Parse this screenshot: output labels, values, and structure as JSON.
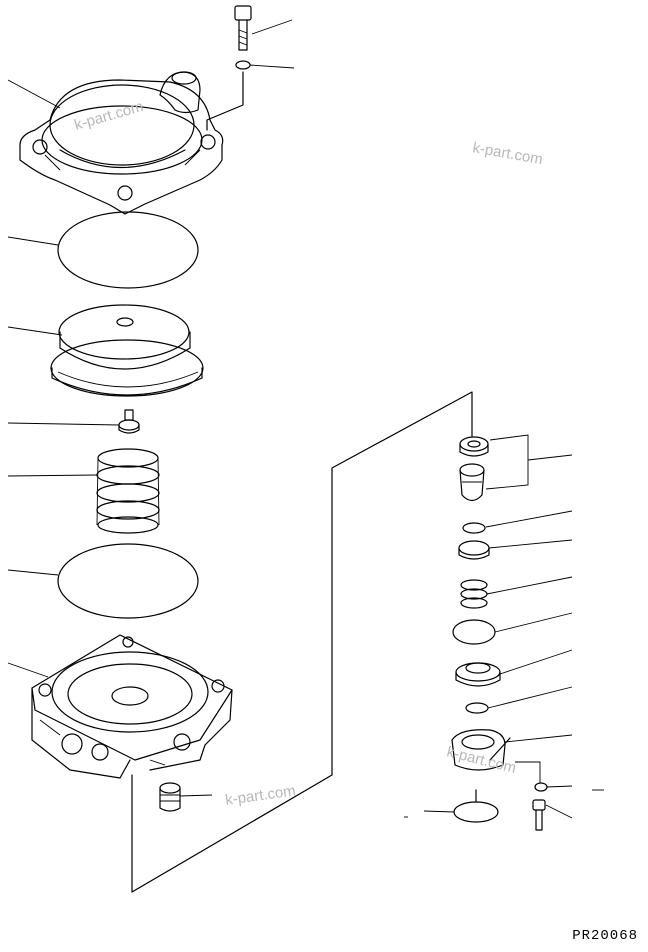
{
  "watermarks": [
    "k-part.com",
    "k-part.com",
    "k-part.com",
    "k-part.com"
  ],
  "drawing_code": "PR20068"
}
